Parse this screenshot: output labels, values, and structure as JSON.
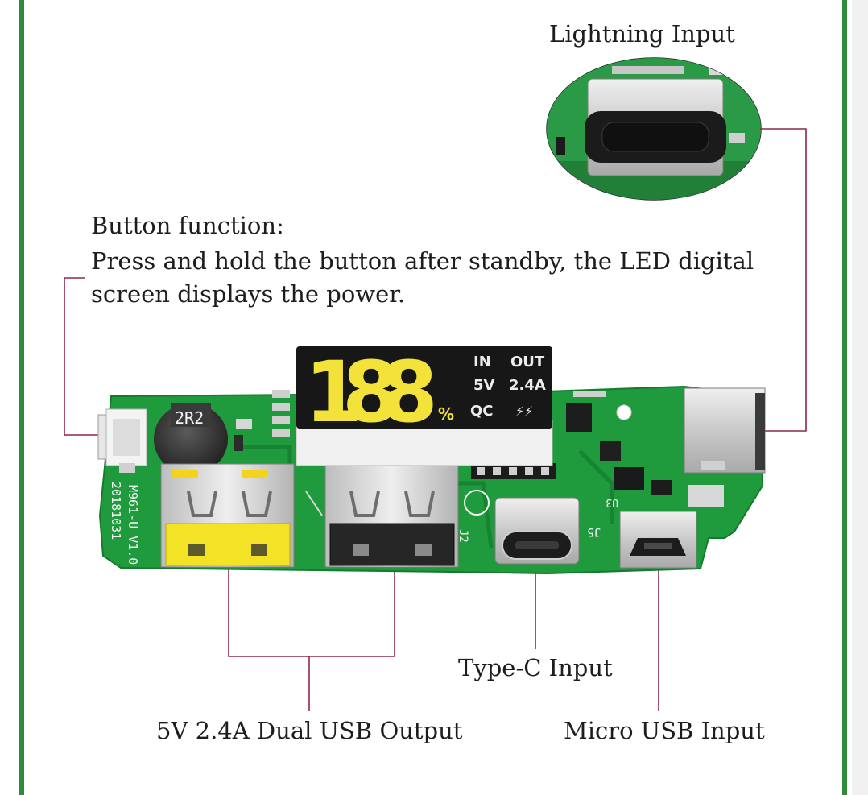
{
  "labels": {
    "lightning_input": "Lightning Input",
    "button_title": "Button function:",
    "button_description": "Press and hold the button after standby, the LED digital screen displays the power.",
    "typec_input": "Type-C Input",
    "usb_output": "5V 2.4A Dual USB Output",
    "micro_usb_input": "Micro USB Input"
  },
  "display": {
    "digits": "188",
    "percent": "%",
    "in": "IN",
    "out": "OUT",
    "voltage": "5V",
    "current": "2.4A",
    "qc": "QC",
    "qc_symbol": "⚡⚡"
  },
  "board": {
    "inductor_code": "2R2",
    "silk_version": "M961-U V1.0",
    "silk_date": "20181031",
    "silk_j5": "J5",
    "silk_j2": "J2",
    "silk_u3": "U3"
  },
  "colors": {
    "pcb": "#1f9a3c",
    "frame": "#2e8b3a",
    "leader": "#8c2a45",
    "lcd_yellow": "#f2e23a"
  }
}
